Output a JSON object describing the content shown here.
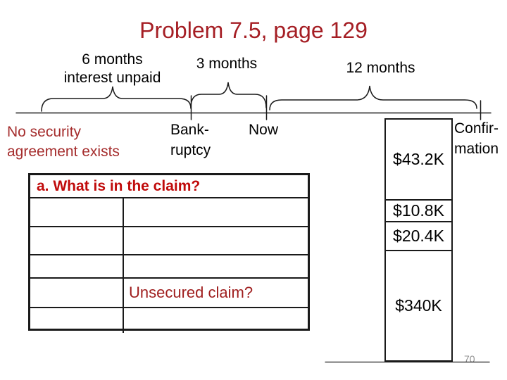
{
  "slide": {
    "title": "Problem 7.5, page 129",
    "page_number": "70"
  },
  "timeline": {
    "periods": [
      {
        "line1": "6 months",
        "line2": "interest unpaid"
      },
      {
        "line1": "3 months",
        "line2": ""
      },
      {
        "line1": "12 months",
        "line2": ""
      }
    ],
    "events": [
      {
        "line1": "Bank-",
        "line2": "ruptcy"
      },
      {
        "line1": "Now",
        "line2": ""
      },
      {
        "line1": "Confir-",
        "line2": "mation"
      }
    ],
    "note": {
      "line1": "No security",
      "line2": "agreement exists"
    }
  },
  "claim_table": {
    "header": "a. What is in the claim?",
    "rows": [
      {
        "left": "",
        "right": ""
      },
      {
        "left": "",
        "right": ""
      },
      {
        "left": "",
        "right": ""
      },
      {
        "left": "",
        "right": "Unsecured claim?"
      },
      {
        "left": "",
        "right": ""
      }
    ]
  },
  "amount_stack": {
    "segments": [
      {
        "value": "$43.2K"
      },
      {
        "value": "$10.8K"
      },
      {
        "value": "$20.4K"
      },
      {
        "value": "$340K"
      }
    ]
  },
  "colors": {
    "title_red": "#a51e24",
    "note_red": "#a52d2d",
    "header_red": "#c00a0a",
    "unsecured_red": "#9f1d1d",
    "line_black": "#1a1a1a",
    "page_gray": "#8f8f8f"
  }
}
